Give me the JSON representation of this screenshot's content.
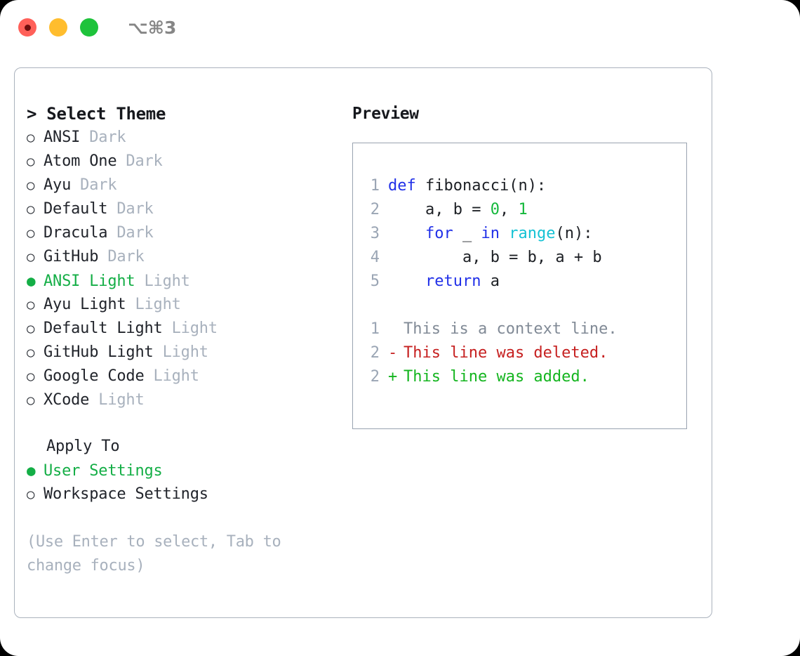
{
  "titlebar": {
    "shortcut": "⌥⌘3",
    "dots": [
      "close-red",
      "minimize-yellow",
      "zoom-green"
    ]
  },
  "left": {
    "heading": "> Select Theme",
    "themes": [
      {
        "marker": "○",
        "selected": false,
        "name": "ANSI",
        "badge": "Dark"
      },
      {
        "marker": "○",
        "selected": false,
        "name": "Atom One",
        "badge": "Dark"
      },
      {
        "marker": "○",
        "selected": false,
        "name": "Ayu",
        "badge": "Dark"
      },
      {
        "marker": "○",
        "selected": false,
        "name": "Default",
        "badge": "Dark"
      },
      {
        "marker": "○",
        "selected": false,
        "name": "Dracula",
        "badge": "Dark"
      },
      {
        "marker": "○",
        "selected": false,
        "name": "GitHub",
        "badge": "Dark"
      },
      {
        "marker": "●",
        "selected": true,
        "name": "ANSI Light",
        "badge": "Light"
      },
      {
        "marker": "○",
        "selected": false,
        "name": "Ayu Light",
        "badge": "Light"
      },
      {
        "marker": "○",
        "selected": false,
        "name": "Default Light",
        "badge": "Light"
      },
      {
        "marker": "○",
        "selected": false,
        "name": "GitHub Light",
        "badge": "Light"
      },
      {
        "marker": "○",
        "selected": false,
        "name": "Google Code",
        "badge": "Light"
      },
      {
        "marker": "○",
        "selected": false,
        "name": "XCode",
        "badge": "Light"
      }
    ],
    "apply_to_title": "Apply To",
    "apply_to": [
      {
        "marker": "●",
        "selected": true,
        "name": "User Settings"
      },
      {
        "marker": "○",
        "selected": false,
        "name": "Workspace Settings"
      }
    ],
    "hint": "(Use Enter to select, Tab to\nchange focus)"
  },
  "right": {
    "preview_title": "Preview",
    "code": [
      {
        "ln": "1",
        "tokens": [
          {
            "t": "def",
            "c": "kw"
          },
          {
            "t": " fibonacci(n):",
            "c": "code-txt"
          }
        ]
      },
      {
        "ln": "2",
        "tokens": [
          {
            "t": "    a, b = ",
            "c": "code-txt"
          },
          {
            "t": "0",
            "c": "num"
          },
          {
            "t": ", ",
            "c": "code-txt"
          },
          {
            "t": "1",
            "c": "num"
          }
        ]
      },
      {
        "ln": "3",
        "tokens": [
          {
            "t": "    ",
            "c": "code-txt"
          },
          {
            "t": "for",
            "c": "kw"
          },
          {
            "t": " _ ",
            "c": "code-txt"
          },
          {
            "t": "in",
            "c": "kw"
          },
          {
            "t": " ",
            "c": "code-txt"
          },
          {
            "t": "range",
            "c": "fn"
          },
          {
            "t": "(n):",
            "c": "code-txt"
          }
        ]
      },
      {
        "ln": "4",
        "tokens": [
          {
            "t": "        a, b = b, a + b",
            "c": "code-txt"
          }
        ]
      },
      {
        "ln": "5",
        "tokens": [
          {
            "t": "    ",
            "c": "code-txt"
          },
          {
            "t": "return",
            "c": "kw"
          },
          {
            "t": " a",
            "c": "code-txt"
          }
        ]
      }
    ],
    "diff": [
      {
        "ln": "1",
        "mark": " ",
        "text": "This is a context line.",
        "kind": "d-ctx"
      },
      {
        "ln": "2",
        "mark": "-",
        "text": "This line was deleted.",
        "kind": "d-del"
      },
      {
        "ln": "2",
        "mark": "+",
        "text": "This line was added.",
        "kind": "d-add"
      }
    ]
  },
  "colors": {
    "accent_green": "#14ae46",
    "keyword_blue": "#2130e8",
    "function_cyan": "#15c2d4",
    "number_green": "#14b83c",
    "diff_delete_red": "#c62020",
    "diff_add_green": "#14b51f",
    "muted": "#a8b1bd",
    "border": "#aab2bd"
  }
}
